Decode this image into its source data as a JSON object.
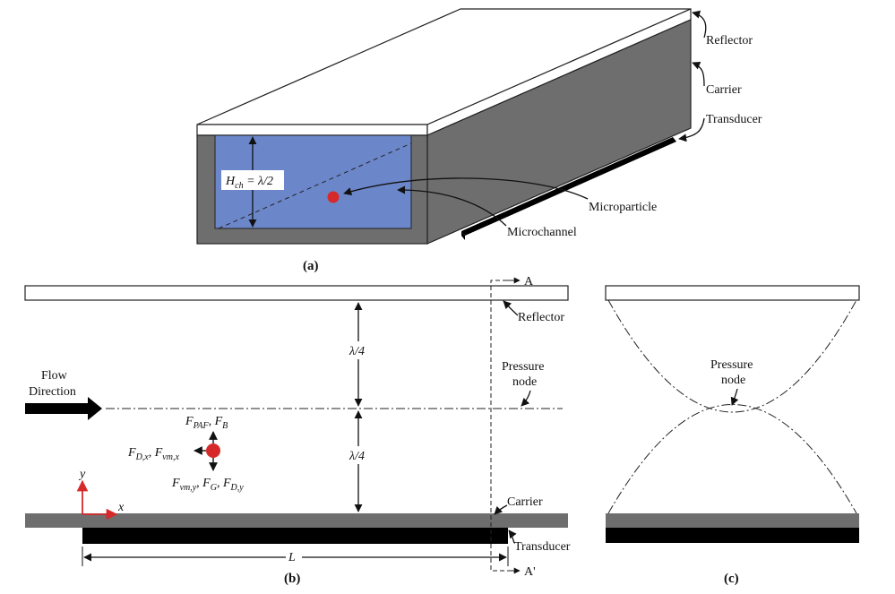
{
  "panel_a": {
    "label": "(a)",
    "reflector": "Reflector",
    "carrier": "Carrier",
    "transducer": "Transducer",
    "microparticle": "Microparticle",
    "microchannel": "Microchannel",
    "height_eq_main": "H",
    "height_eq_sub": "ch",
    "height_eq_rest": " = λ/2"
  },
  "panel_b": {
    "label": "(b)",
    "section_top": "A",
    "section_bottom": "A'",
    "reflector": "Reflector",
    "carrier": "Carrier",
    "transducer": "Transducer",
    "pressure_node_line1": "Pressure",
    "pressure_node_line2": "node",
    "flow_line1": "Flow",
    "flow_line2": "Direction",
    "quarter_top": "λ/4",
    "quarter_bottom": "λ/4",
    "force_up": "F",
    "force_up_sub1": "PAF",
    "force_up_mid": ", F",
    "force_up_sub2": "B",
    "force_left": "F",
    "force_left_sub1": "D,x",
    "force_left_mid": ", F",
    "force_left_sub2": "vm,x",
    "force_down": "F",
    "force_down_sub1": "vm,y",
    "force_down_mid1": ", F",
    "force_down_sub2": "G",
    "force_down_mid2": ", F",
    "force_down_sub3": "D,y",
    "axis_x": "x",
    "axis_y": "y",
    "length": "L"
  },
  "panel_c": {
    "label": "(c)",
    "pressure_node_line1": "Pressure",
    "pressure_node_line2": "node"
  },
  "colors": {
    "channel_fluid": "#6b87c9",
    "carrier": "#6e6e6e",
    "transducer": "#000000",
    "particle": "#d62a2a",
    "axis": "#d62a2a"
  }
}
